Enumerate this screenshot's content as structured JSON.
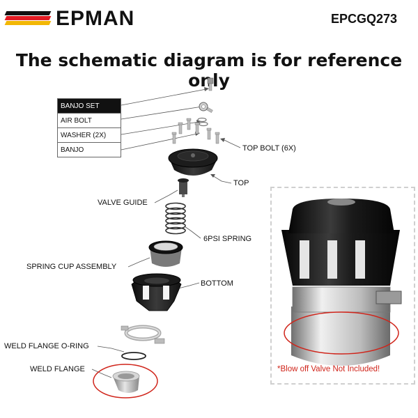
{
  "brand": {
    "name": "EPMAN",
    "stripe_colors": [
      "#111111",
      "#e31b23",
      "#f2b705"
    ]
  },
  "product_code": "EPCGQ273",
  "headline": "The schematic diagram is for reference only",
  "banjo_table": [
    "BANJO SET",
    "AIR BOLT",
    "WASHER (2X)",
    "BANJO"
  ],
  "labels": {
    "top_bolt": "TOP BOLT (6X)",
    "top": "TOP",
    "valve_guide": "VALVE GUIDE",
    "spring": "6PSI SPRING",
    "spring_cup": "SPRING CUP ASSEMBLY",
    "bottom": "BOTTOM",
    "oring": "WELD FLANGE O-RING",
    "flange": "WELD FLANGE"
  },
  "note": "*Blow off Valve Not Included!",
  "colors": {
    "highlight_circle": "#d0241a"
  }
}
